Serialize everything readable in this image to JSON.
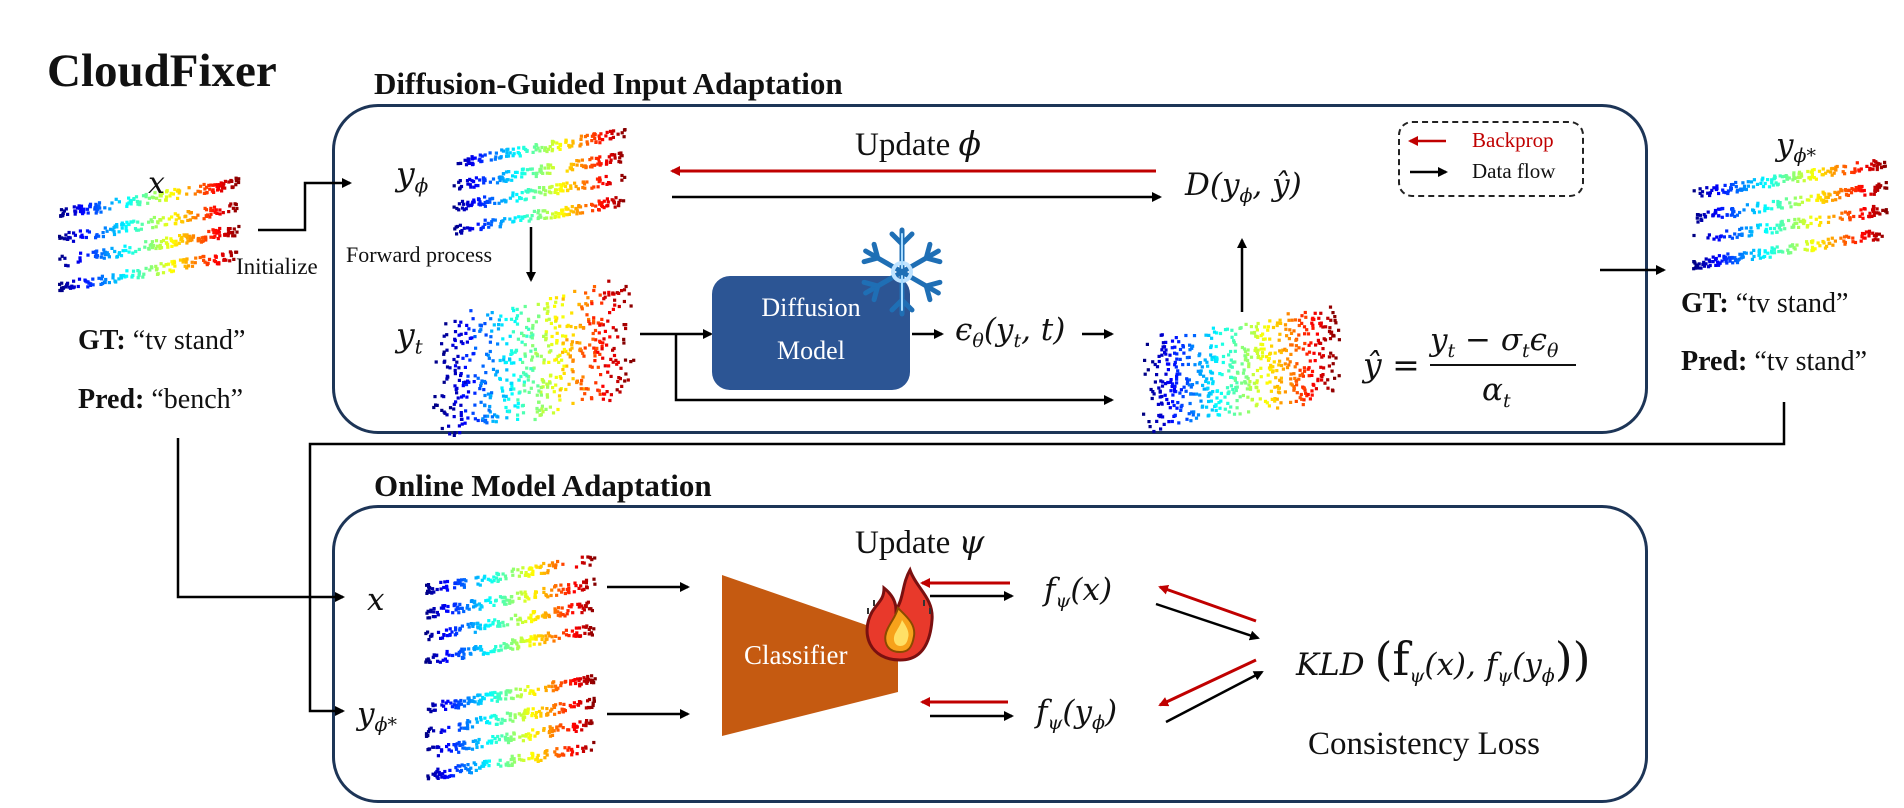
{
  "page": {
    "title": "CloudFixer"
  },
  "input": {
    "symbol": "x",
    "initialize_label": "Initialize",
    "gt_key": "GT:",
    "gt_value": "“tv stand”",
    "pred_key": "Pred:",
    "pred_value": "“bench”"
  },
  "diffusion_panel": {
    "title": "Diffusion-Guided Input Adaptation",
    "y_phi": "y",
    "y_phi_sub": "ϕ",
    "update_label": "Update ",
    "update_symbol": "ϕ",
    "distance_label": "D(y",
    "distance_sub": "ϕ",
    "distance_tail": ", ŷ)",
    "forward_label": "Forward process",
    "y_t": "y",
    "y_t_sub": "t",
    "diffusion_line1": "Diffusion",
    "diffusion_line2": "Model",
    "eps_label": "ϵ",
    "eps_sub": "θ",
    "eps_tail": "(y",
    "eps_tail_sub": "t",
    "eps_tail_end": ", t)",
    "yhat_lhs": "ŷ =",
    "yhat_num": "y",
    "yhat_num_sub": "t",
    "yhat_num_mid": " − σ",
    "yhat_num_sub2": "t",
    "yhat_num_tail": "ϵ",
    "yhat_num_sub3": "θ",
    "yhat_den": "α",
    "yhat_den_sub": "t",
    "legend": {
      "backprop": "Backprop",
      "dataflow": "Data flow"
    }
  },
  "output": {
    "symbol": "y",
    "symbol_sub": "ϕ*",
    "gt_key": "GT:",
    "gt_value": "“tv stand”",
    "pred_key": "Pred:",
    "pred_value": "“tv stand”"
  },
  "online_panel": {
    "title": "Online Model Adaptation",
    "update_label": "Update ",
    "update_symbol": "ψ",
    "x_label": "x",
    "y_label": "y",
    "y_label_sub": "ϕ*",
    "classifier": "Classifier",
    "f_x": "f",
    "f_x_sub": "ψ",
    "f_x_tail": "(x)",
    "f_y": "f",
    "f_y_sub": "ψ",
    "f_y_tail": "(y",
    "f_y_tail_sub": "ϕ",
    "f_y_tail_end": ")",
    "kld": "KLD",
    "kld_args_open": "(f",
    "kld_args_sub1": "ψ",
    "kld_args_mid": "(x), f",
    "kld_args_sub2": "ψ",
    "kld_args_mid2": "(y",
    "kld_args_sub3": "ϕ",
    "kld_args_close": "))",
    "consistency": "Consistency Loss"
  },
  "colors": {
    "panel_border": "#1d3557",
    "diffusion_box": "#2c5594",
    "classifier": "#c55a11",
    "backprop": "#c00000",
    "dataflow": "#000000"
  },
  "icons": {
    "frozen": "snowflake-icon",
    "trainable": "flame-icon"
  }
}
